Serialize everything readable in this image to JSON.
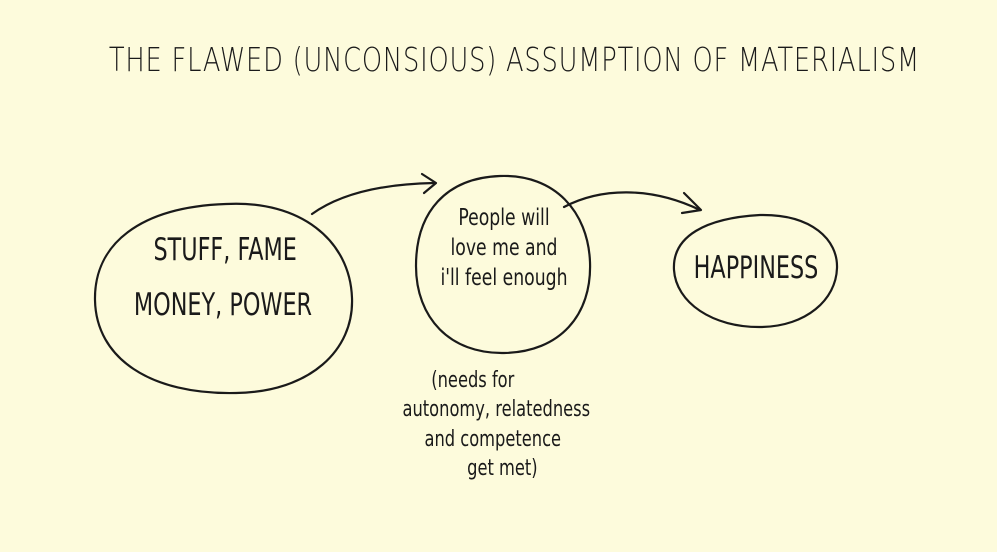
{
  "diagram": {
    "title": "THE FLAWED (UNCONSIOUS) ASSUMPTION OF MATERIALISM",
    "nodes": [
      {
        "id": "materialism",
        "lines": [
          "STUFF, FAME",
          "MONEY, POWER"
        ]
      },
      {
        "id": "belief",
        "lines": [
          "People will",
          "love me and",
          "i'll feel enough"
        ]
      },
      {
        "id": "happiness",
        "lines": [
          "HAPPINESS"
        ]
      }
    ],
    "annotation": {
      "lines": [
        "(needs for",
        "autonomy, relatedness",
        "and competence",
        "get met)"
      ]
    },
    "edges": [
      {
        "from": "materialism",
        "to": "belief"
      },
      {
        "from": "belief",
        "to": "happiness"
      }
    ],
    "colors": {
      "paper": "#fdfbdc",
      "ink": "#1a1a1a"
    }
  }
}
